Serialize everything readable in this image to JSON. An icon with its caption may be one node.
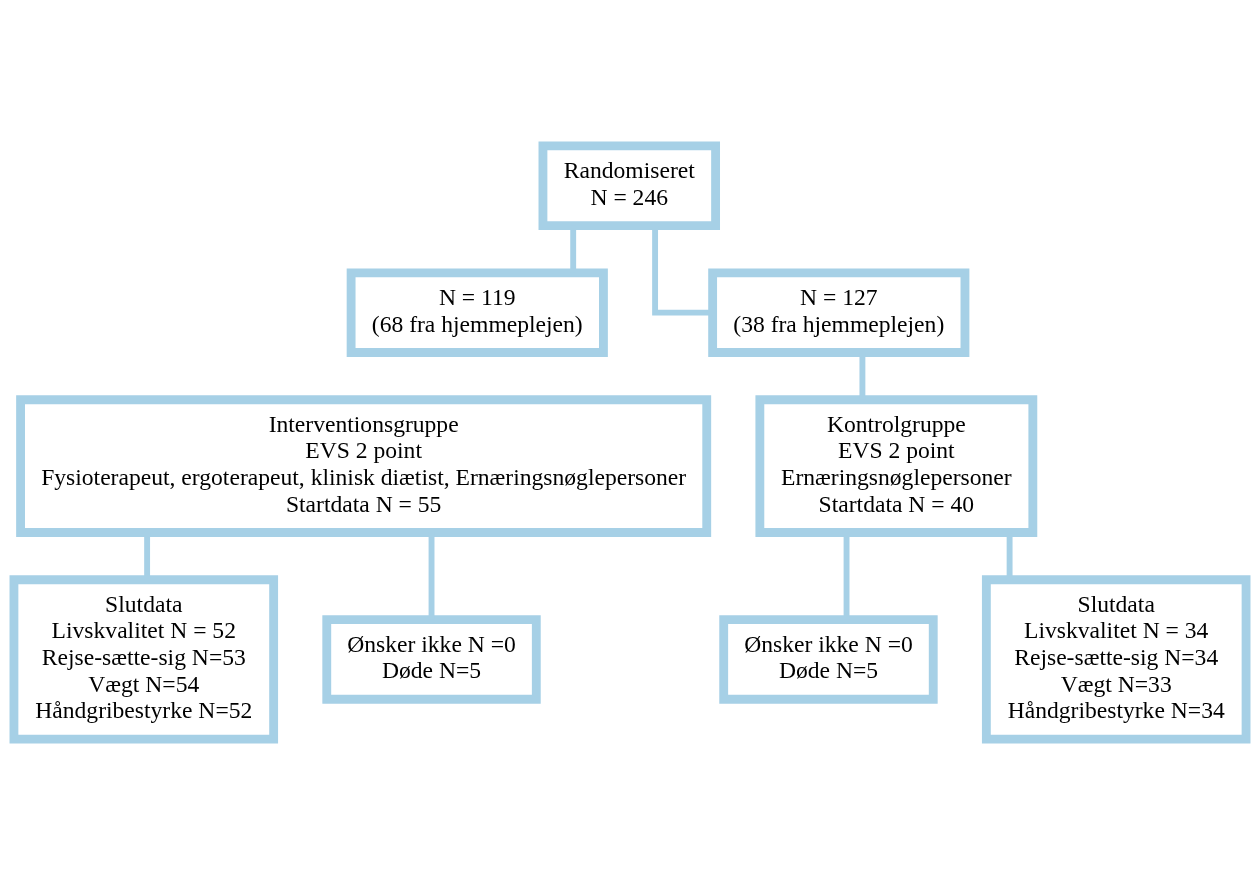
{
  "diagram": {
    "nodes": [
      {
        "text": [
          "Randomiseret",
          "N = 246"
        ]
      },
      {
        "text": [
          "N = 119",
          "(68 fra hjemmeplejen)"
        ]
      },
      {
        "text": [
          "N = 127",
          "(38 fra hjemmeplejen)"
        ]
      },
      {
        "text": [
          "Interventionsgruppe",
          "EVS 2 point",
          "Fysioterapeut, ergoterapeut, klinisk diætist, Ernæringsnøglepersoner",
          "Startdata N = 55"
        ]
      },
      {
        "text": [
          "Kontrolgruppe",
          "EVS 2 point",
          "Ernæringsnøglepersoner",
          "Startdata N = 40"
        ]
      },
      {
        "text": [
          "Slutdata",
          "Livskvalitet N = 52",
          "Rejse-sætte-sig N=53",
          "Vægt N=54",
          "Håndgribestyrke N=52"
        ]
      },
      {
        "text": [
          "Ønsker ikke N =0",
          "Døde N=5"
        ]
      },
      {
        "text": [
          "Ønsker ikke N =0",
          "Døde N=5"
        ]
      },
      {
        "text": [
          "Slutdata",
          "Livskvalitet N = 34",
          "Rejse-sætte-sig N=34",
          "Vægt N=33",
          "Håndgribestyrke N=34"
        ]
      }
    ],
    "edges": [
      {
        "from": 0,
        "to": 1,
        "arrow": "none"
      },
      {
        "from": 0,
        "to": 2,
        "arrow": "none"
      },
      {
        "from": 2,
        "to": 4,
        "arrow": "none"
      },
      {
        "from": 3,
        "to": 5,
        "arrow": "none"
      },
      {
        "from": 3,
        "to": 6,
        "arrow": "none"
      },
      {
        "from": 4,
        "to": 7,
        "arrow": "none"
      },
      {
        "from": 4,
        "to": 8,
        "arrow": "none"
      }
    ]
  }
}
